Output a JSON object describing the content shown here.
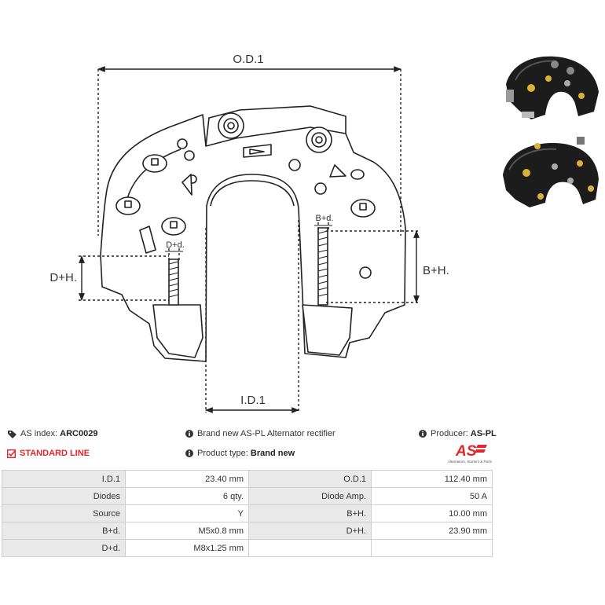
{
  "drawing": {
    "label_od1": "O.D.1",
    "label_id1": "I.D.1",
    "label_dh": "D+H.",
    "label_bh": "B+H.",
    "label_dd": "D+d.",
    "label_bd": "B+d."
  },
  "info": {
    "as_index_label": "AS index:",
    "as_index_value": "ARC0029",
    "description": "Brand new AS-PL Alternator rectifier",
    "producer_label": "Producer:",
    "producer_value": "AS-PL",
    "line": "STANDARD LINE",
    "product_type_label": "Product type:",
    "product_type_value": "Brand new"
  },
  "logo": {
    "text": "AS",
    "tagline": "Alternators, Starters & Parts",
    "color": "#e3262b"
  },
  "specs": [
    {
      "k1": "I.D.1",
      "v1": "23.40 mm",
      "k2": "O.D.1",
      "v2": "112.40 mm"
    },
    {
      "k1": "Diodes",
      "v1": "6 qty.",
      "k2": "Diode Amp.",
      "v2": "50 A"
    },
    {
      "k1": "Source",
      "v1": "Y",
      "k2": "B+H.",
      "v2": "10.00 mm"
    },
    {
      "k1": "B+d.",
      "v1": "M5x0.8 mm",
      "k2": "D+H.",
      "v2": "23.90 mm"
    },
    {
      "k1": "D+d.",
      "v1": "M8x1.25 mm",
      "k2": "",
      "v2": ""
    }
  ]
}
